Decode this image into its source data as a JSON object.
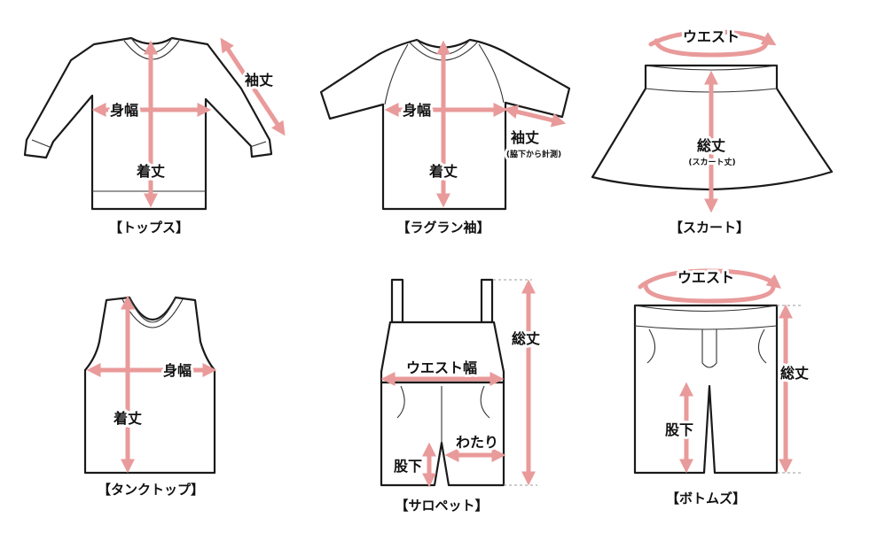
{
  "colors": {
    "arrow": "#e99a9a",
    "outline": "#1a1a1a",
    "background": "#ffffff"
  },
  "tops": {
    "caption": "【トップス】",
    "body_width": "身幅",
    "length": "着丈",
    "sleeve": "袖丈"
  },
  "raglan": {
    "caption": "【ラグラン袖】",
    "body_width": "身幅",
    "length": "着丈",
    "sleeve": "袖丈",
    "sleeve_note": "(脇下から計測)"
  },
  "skirt": {
    "caption": "【スカート】",
    "waist": "ウエスト",
    "total_length": "総丈",
    "total_length_note": "(スカート丈)"
  },
  "tank": {
    "caption": "【タンクトップ】",
    "body_width": "身幅",
    "length": "着丈"
  },
  "overalls": {
    "caption": "【サロペット】",
    "waist_width": "ウエスト幅",
    "total_length": "総丈",
    "rise": "股下",
    "thigh": "わたり"
  },
  "bottoms": {
    "caption": "【ボトムズ】",
    "waist": "ウエスト",
    "total_length": "総丈",
    "inseam": "股下"
  }
}
